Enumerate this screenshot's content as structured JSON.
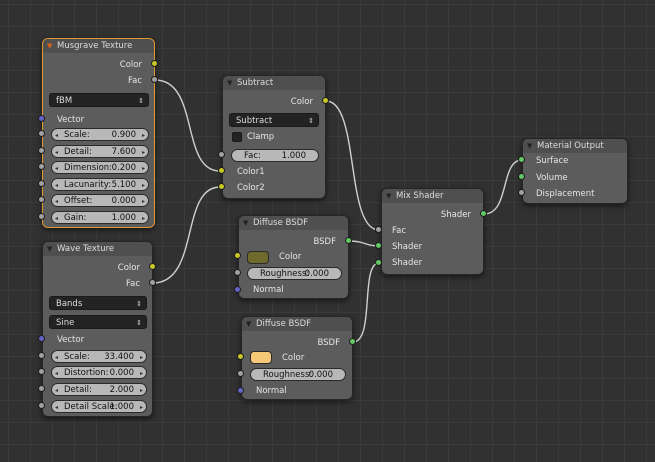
{
  "colors": {
    "yellow_socket": "#c7c729",
    "grey_socket": "#a1a1a1",
    "blue_socket": "#6363c7",
    "green_socket": "#63c763",
    "active_border": "#e0982f",
    "wire": "#cfcfcf"
  },
  "musgrave": {
    "title": "Musgrave Texture",
    "out_color": "Color",
    "out_fac": "Fac",
    "type": "fBM",
    "in_vector": "Vector",
    "fields": [
      {
        "label": "Scale:",
        "value": "0.900"
      },
      {
        "label": "Detail:",
        "value": "7.600"
      },
      {
        "label": "Dimension:",
        "value": "0.200"
      },
      {
        "label": "Lacunarity:",
        "value": "5.100"
      },
      {
        "label": "Offset:",
        "value": "0.000"
      },
      {
        "label": "Gain:",
        "value": "1.000"
      }
    ]
  },
  "wave": {
    "title": "Wave Texture",
    "out_color": "Color",
    "out_fac": "Fac",
    "type1": "Bands",
    "type2": "Sine",
    "in_vector": "Vector",
    "fields": [
      {
        "label": "Scale:",
        "value": "33.400"
      },
      {
        "label": "Distortion:",
        "value": "0.000"
      },
      {
        "label": "Detail:",
        "value": "2.000"
      },
      {
        "label": "Detail Scale:",
        "value": "1.000"
      }
    ]
  },
  "subtract": {
    "title": "Subtract",
    "out_color": "Color",
    "operation": "Subtract",
    "clamp": "Clamp",
    "fac_label": "Fac:",
    "fac_value": "1.000",
    "in1": "Color1",
    "in2": "Color2"
  },
  "diffuse1": {
    "title": "Diffuse BSDF",
    "out": "BSDF",
    "color_label": "Color",
    "swatch": "#6e6a2c",
    "rough_label": "Roughness:",
    "rough_value": "0.000",
    "normal": "Normal"
  },
  "diffuse2": {
    "title": "Diffuse BSDF",
    "out": "BSDF",
    "color_label": "Color",
    "swatch": "#f5c977",
    "rough_label": "Roughness:",
    "rough_value": "0.000",
    "normal": "Normal"
  },
  "mix": {
    "title": "Mix Shader",
    "out": "Shader",
    "in_fac": "Fac",
    "in_shader1": "Shader",
    "in_shader2": "Shader"
  },
  "output": {
    "title": "Material Output",
    "in_surface": "Surface",
    "in_volume": "Volume",
    "in_displacement": "Displacement"
  }
}
